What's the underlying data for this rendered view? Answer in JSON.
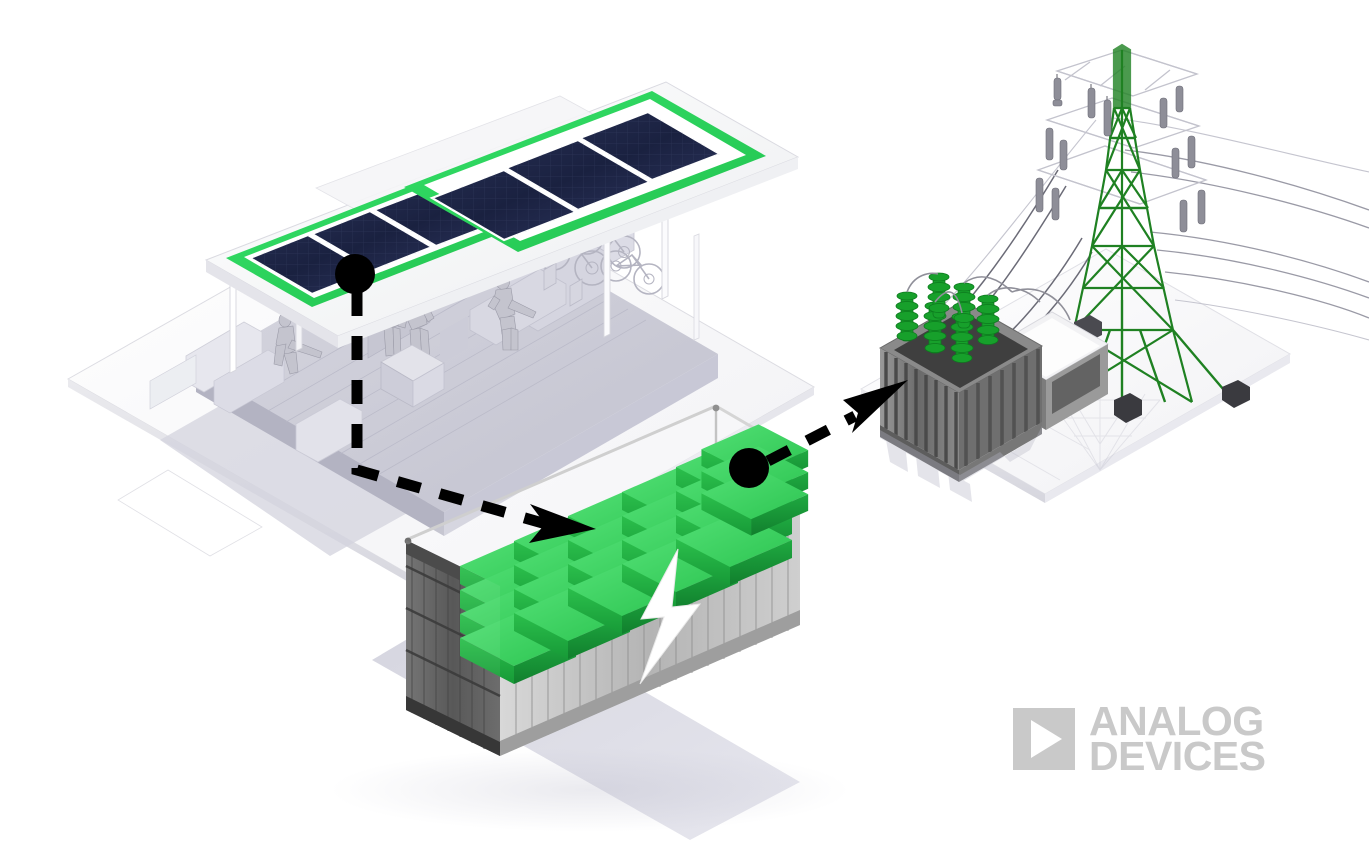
{
  "illustration": {
    "title": "Solar carport, battery energy storage container and grid substation energy flow diagram",
    "background_color": "#ffffff"
  },
  "palette": {
    "panel_frame_green": "#2FD45E",
    "battery_green": "#2DBF4B",
    "battery_green_light": "#45D96A",
    "battery_green_dark": "#17913A",
    "tower_green": "#1E7A20",
    "insulator_green": "#17A02B",
    "solar_cell_navy": "#1B2240",
    "container_gray": "#A8A8A8",
    "container_dark": "#5A5A5A",
    "transformer_gray": "#6E6E6E",
    "arrow_black": "#000000",
    "shadow_lavender": "#C9C9D6",
    "logo_gray": "#c9c9c9"
  },
  "nodes": [
    {
      "id": "solar-carport",
      "name": "Solar carport with e-bike charging",
      "elements": {
        "panel_arrays": 2,
        "sub_panels_per_array": 3,
        "people_count": 4,
        "bikes_count": 3,
        "crate_count": 1
      }
    },
    {
      "id": "battery-container",
      "name": "Battery energy storage container",
      "elements": {
        "battery_stacks": 6,
        "modules_per_stack": 4,
        "lightning_icon": "lightning-bolt-icon"
      }
    },
    {
      "id": "grid-substation",
      "name": "Grid substation with transmission tower",
      "elements": {
        "transformer_count": 1,
        "bushing_insulators": 6,
        "control_building": 1,
        "transmission_towers": 1,
        "power_lines": 6
      }
    }
  ],
  "flow_arrows": [
    {
      "id": "solar-to-battery",
      "from": "solar-carport",
      "to": "battery-container",
      "style": "dashed",
      "origin_marker": "black-dot",
      "head_marker": "black-arrowhead"
    },
    {
      "id": "battery-to-grid",
      "from": "battery-container",
      "to": "grid-substation",
      "style": "dashed",
      "origin_marker": "black-dot",
      "head_marker": "black-arrowhead"
    }
  ],
  "logo": {
    "line1": "ANALOG",
    "line2": "DEVICES",
    "mark": "play-triangle-icon"
  }
}
